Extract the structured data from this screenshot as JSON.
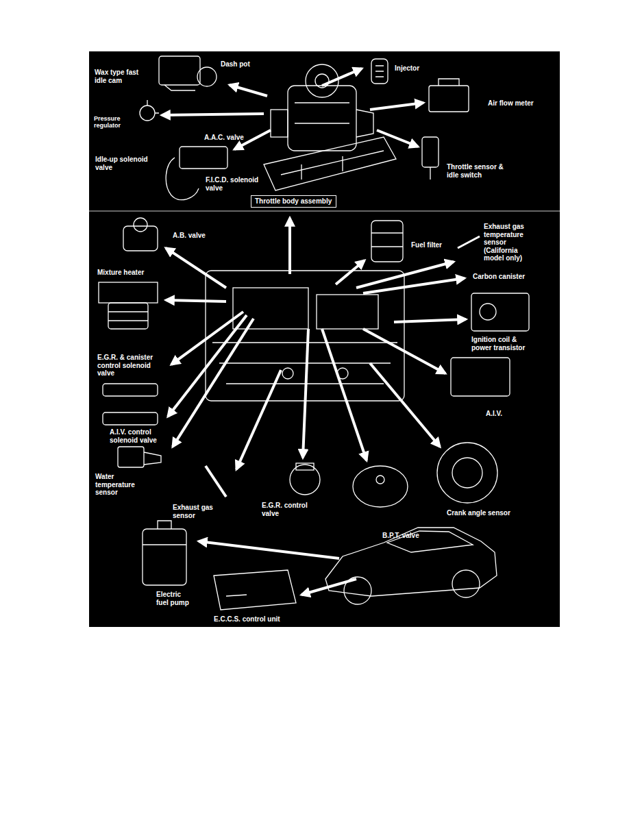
{
  "diagram": {
    "nodes": [
      {
        "text": [
          "Throttle body assembly"
        ]
      }
    ],
    "labels": [
      "Wax type fast idle cam",
      "Dash pot",
      "Injector",
      "Air flow meter",
      "Pressure regulator",
      "A.A.C. valve",
      "Idle-up solenoid valve",
      "F.I.C.D. solenoid valve",
      "Throttle sensor & idle switch",
      "A.B. valve",
      "Fuel filter",
      "Exhaust gas temperature sensor (California model only)",
      "Carbon canister",
      "Mixture heater",
      "Ignition coil & power transistor",
      "E.G.R. & canister control solenoid valve",
      "A.I.V.",
      "A.I.V. control solenoid valve",
      "Water temperature sensor",
      "Exhaust gas sensor",
      "E.G.R. control valve",
      "B.P.T. valve",
      "Crank angle sensor",
      "Electric fuel pump",
      "E.C.C.S. control unit"
    ]
  }
}
